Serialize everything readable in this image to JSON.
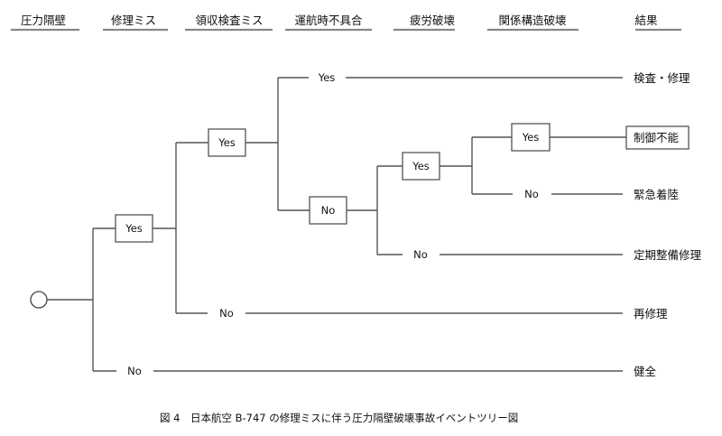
{
  "headers": [
    "圧力隔壁",
    "修理ミス",
    "領収検査ミス",
    "運航時不具合",
    "疲労破壊",
    "関係構造破壊",
    "結果"
  ],
  "branch_labels": {
    "yes": "Yes",
    "no": "No"
  },
  "tree": {
    "start": "initiating-event",
    "nodes": [
      {
        "id": "n1",
        "event": "修理ミス",
        "yes": "n2",
        "no": "健全"
      },
      {
        "id": "n2",
        "event": "領収検査ミス",
        "yes": "n3",
        "no": "再修理"
      },
      {
        "id": "n3",
        "event": "運航時不具合",
        "yes": "検査・修理",
        "no": "n4"
      },
      {
        "id": "n4",
        "event": "疲労破壊",
        "yes": "n5",
        "no": "定期整備修理"
      },
      {
        "id": "n5",
        "event": "関係構造破壊",
        "yes": "制御不能",
        "no": "緊急着陸"
      }
    ]
  },
  "outcomes": [
    "検査・修理",
    "制御不能",
    "緊急着陸",
    "定期整備修理",
    "再修理",
    "健全"
  ],
  "highlighted_outcome": "制御不能",
  "caption": "図 4　日本航空 B-747 の修理ミスに伴う圧力隔壁破壊事故イベントツリー図"
}
